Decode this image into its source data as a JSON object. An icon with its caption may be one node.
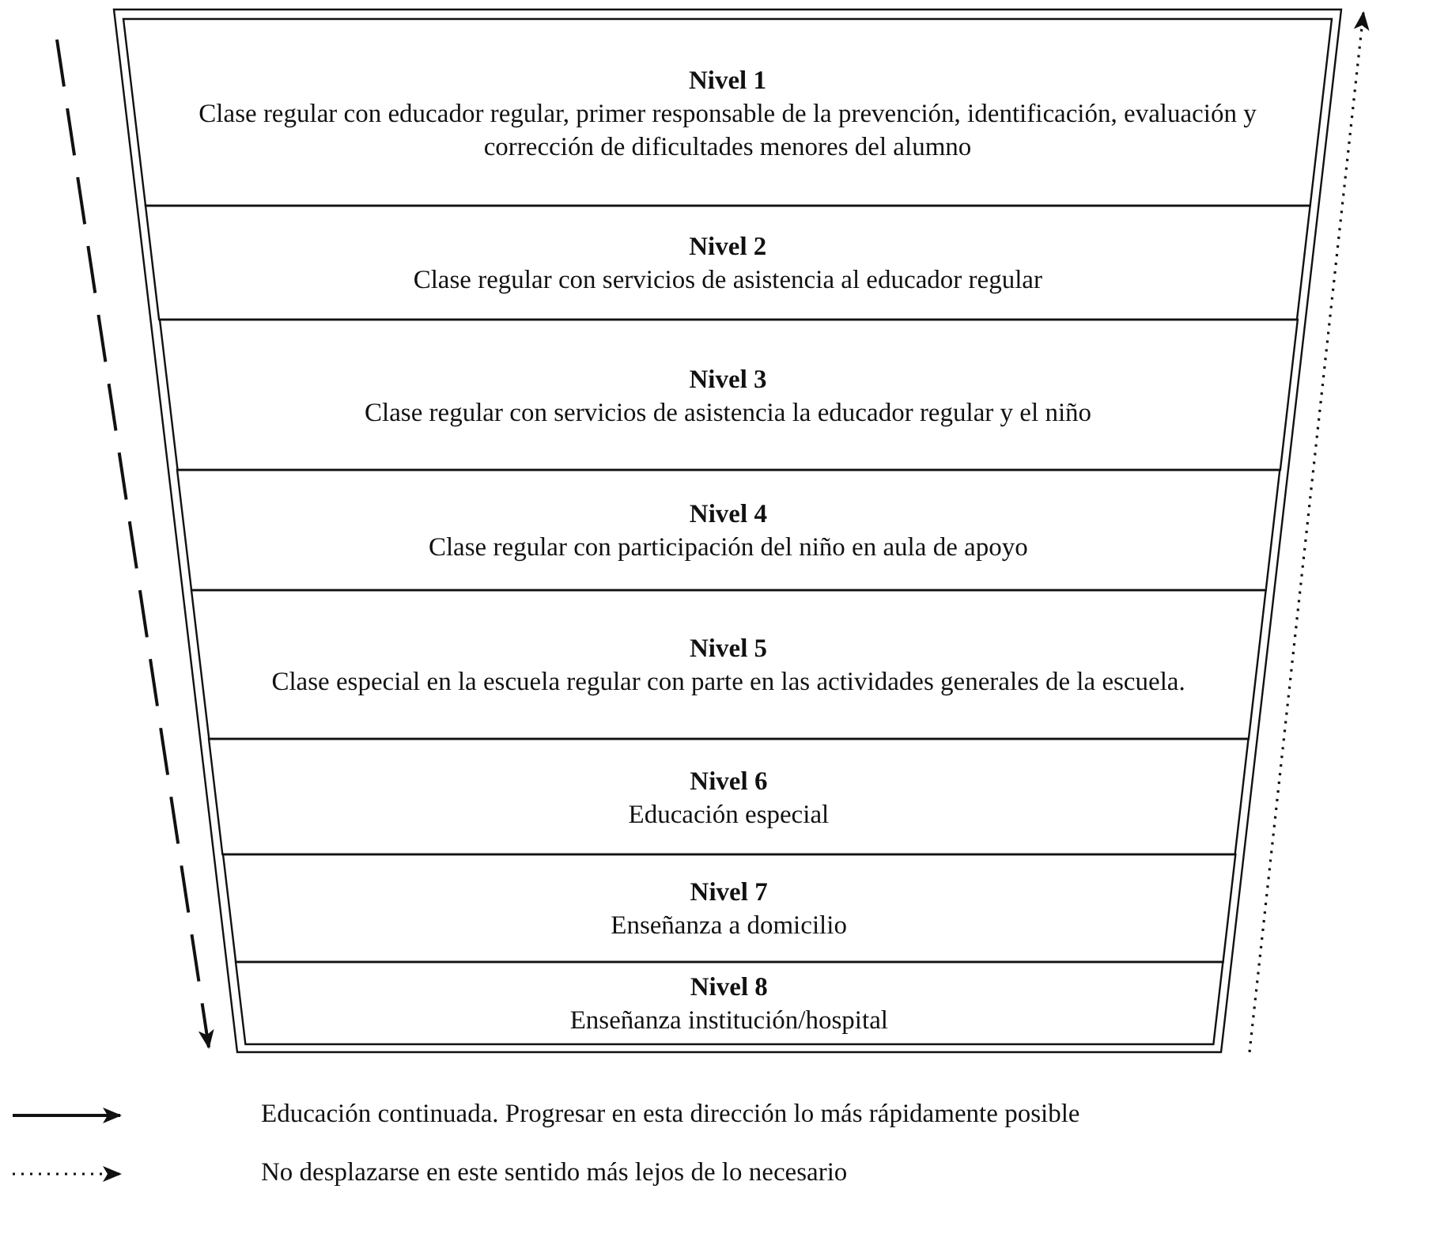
{
  "diagram": {
    "nodes": [
      {
        "text": [
          "Nivel 1",
          "Clase regular con educador regular, primer responsable de la prevención, identificación, evaluación y corrección de dificultades menores del alumno"
        ]
      },
      {
        "text": [
          "Nivel 2",
          "Clase regular con servicios de asistencia al educador regular"
        ]
      },
      {
        "text": [
          "Nivel 3",
          "Clase regular con servicios de asistencia la educador regular y el niño"
        ]
      },
      {
        "text": [
          "Nivel 4",
          "Clase regular con participación del niño en aula de apoyo"
        ]
      },
      {
        "text": [
          "Nivel 5",
          "Clase especial en la escuela regular con parte en las actividades generales de la escuela."
        ]
      },
      {
        "text": [
          "Nivel 6",
          "Educación especial"
        ]
      },
      {
        "text": [
          "Nivel 7",
          "Enseñanza a domicilio"
        ]
      },
      {
        "text": [
          "Nivel 8",
          "Enseñanza institución/hospital"
        ]
      }
    ],
    "legend": [
      {
        "text": "Educación continuada. Progresar en esta dirección lo más rápidamente posible"
      },
      {
        "text": "No desplazarse en este sentido más lejos de lo necesario"
      }
    ]
  }
}
